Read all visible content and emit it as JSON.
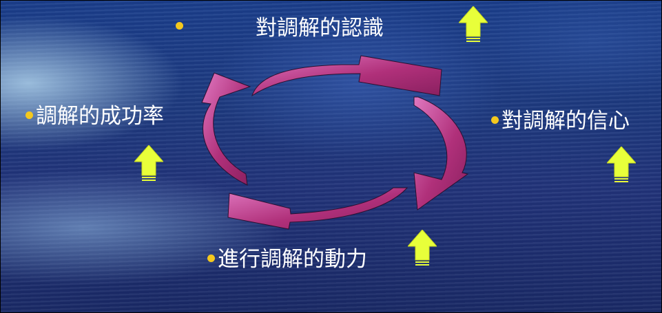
{
  "diagram": {
    "center_concept": "",
    "nodes": [
      {
        "id": "recognition",
        "label": "對調解的認識",
        "trend": "up"
      },
      {
        "id": "confidence",
        "label": "對調解的信心",
        "trend": "up"
      },
      {
        "id": "motivation",
        "label": "進行調解的動力",
        "trend": "up"
      },
      {
        "id": "success_rate",
        "label": "調解的成功率",
        "trend": "up"
      }
    ],
    "cycle_direction": "clockwise",
    "colors": {
      "arrow_fill": "#b0307a",
      "arrow_fill_light": "#e078c0",
      "up_arrow": "#e8ff3a",
      "bullet": "#f4c81e",
      "text": "#ffffff",
      "background": "#1e3a80"
    },
    "icons": [
      "bullet-dot",
      "up-arrow-icon",
      "curved-arrow"
    ]
  }
}
